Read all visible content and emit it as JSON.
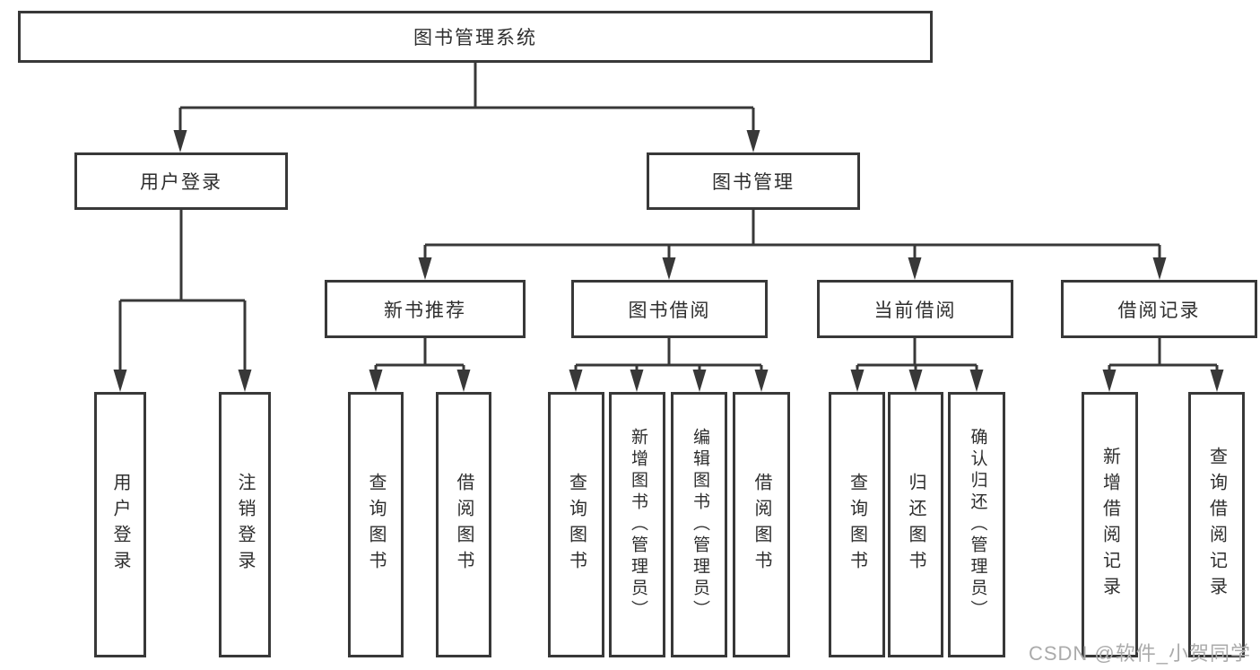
{
  "tree": {
    "root": {
      "label": "图书管理系统",
      "children": [
        {
          "label": "用户登录",
          "children": [
            {
              "label": "用户登录"
            },
            {
              "label": "注销登录"
            }
          ]
        },
        {
          "label": "图书管理",
          "children": [
            {
              "label": "新书推荐",
              "children": [
                {
                  "label": "查询图书"
                },
                {
                  "label": "借阅图书"
                }
              ]
            },
            {
              "label": "图书借阅",
              "children": [
                {
                  "label": "查询图书"
                },
                {
                  "label": "新增图书（管理员）"
                },
                {
                  "label": "编辑图书（管理员）"
                },
                {
                  "label": "借阅图书"
                }
              ]
            },
            {
              "label": "当前借阅",
              "children": [
                {
                  "label": "查询图书"
                },
                {
                  "label": "归还图书"
                },
                {
                  "label": "确认归还（管理员）"
                }
              ]
            },
            {
              "label": "借阅记录",
              "children": [
                {
                  "label": "新增借阅记录"
                },
                {
                  "label": "查询借阅记录"
                }
              ]
            }
          ]
        }
      ]
    }
  },
  "watermark": {
    "text": "CSDN @软件_小贺同学"
  },
  "colors": {
    "line": "#383838",
    "box_border": "#383838",
    "text": "#2e2e2e",
    "watermark": "#ababab",
    "background": "#ffffff"
  }
}
